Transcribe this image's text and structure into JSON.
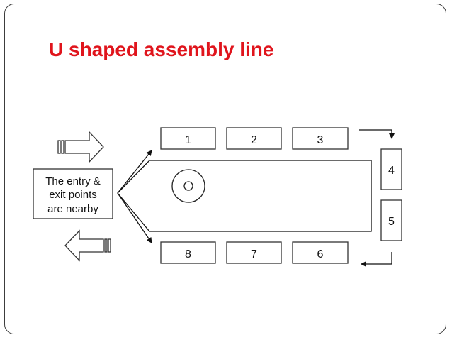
{
  "slide": {
    "title": "U shaped assembly line",
    "title_color": "#e0141c"
  },
  "diagram": {
    "stations": [
      {
        "label": "1"
      },
      {
        "label": "2"
      },
      {
        "label": "3"
      },
      {
        "label": "4"
      },
      {
        "label": "5"
      },
      {
        "label": "6"
      },
      {
        "label": "7"
      },
      {
        "label": "8"
      }
    ],
    "entry_exit_note": {
      "lines": [
        "The entry &",
        "exit points",
        "are nearby"
      ]
    },
    "icons": [
      "entry-arrow-icon",
      "exit-arrow-icon",
      "worker-circle-icon",
      "flow-arrow-icon"
    ]
  }
}
